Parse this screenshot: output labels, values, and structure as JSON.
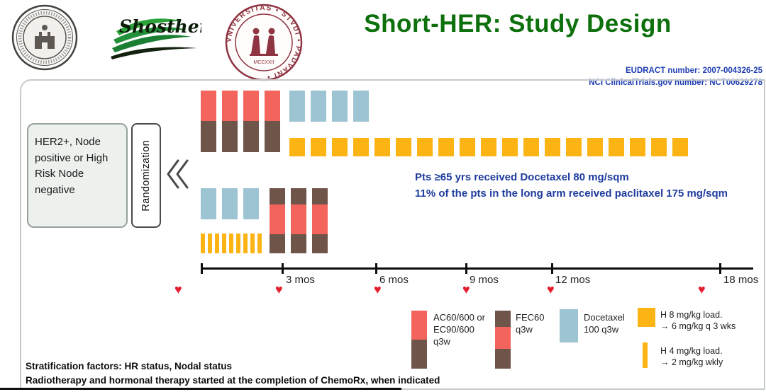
{
  "header": {
    "title": "Short-HER: Study Design",
    "registry_line1": "EUDRACT number: 2007-004326-25",
    "registry_line2": "NCI ClinicalTrials.gov  number: NCT00629278"
  },
  "logos": {
    "shosther_text": "Shosther",
    "padua_ring_text": "VNIVERSITAS • STVDI • PADVANI •",
    "padua_banner": "MCCXXII"
  },
  "flow": {
    "eligibility": "HER2+, Node positive or High Risk Node negative",
    "randomization": "Randomization"
  },
  "arms": {
    "long": {
      "chemo_cycles": 4,
      "docetaxel_cycles": 4,
      "trastuzumab_q3w_doses": 19
    },
    "short": {
      "docetaxel_cycles": 3,
      "weekly_trastuzumab_doses": 9,
      "fec_cycles": 3
    }
  },
  "notes": {
    "line1": "Pts ≥65 yrs received  Docetaxel 80 mg/sqm",
    "line2": "11% of the pts in the long arm received paclitaxel 175 mg/sqm"
  },
  "timeline": {
    "labels": [
      "3 mos",
      "6 mos",
      "9 mos",
      "12 mos",
      "18 mos"
    ],
    "heart_marker": "♥",
    "heart_count": 6
  },
  "legend": {
    "ac_ec": {
      "line1": "AC60/600 or",
      "line2": "EC90/600",
      "line3": "q3w"
    },
    "fec": {
      "line1": "FEC60",
      "line2": "q3w"
    },
    "docetaxel": {
      "line1": "Docetaxel",
      "line2": "100 q3w"
    },
    "h_q3w": {
      "line1": "H 8 mg/kg load.",
      "line2": "→ 6 mg/kg q 3 wks"
    },
    "h_weekly": {
      "line1": "H 4 mg/kg load.",
      "line2": "→ 2 mg/kg wkly"
    }
  },
  "footer": {
    "line1": "Stratification factors: HR status, Nodal status",
    "line2": "Radiotherapy and hormonal therapy started at the completion of ChemoRx, when indicated"
  },
  "colors": {
    "title_green": "#0d700d",
    "registry_blue": "#1e3cb4",
    "chemo_red": "#f3655c",
    "chemo_brown": "#6f5449",
    "docetaxel_blue": "#9dc4d3",
    "trastuzumab_yellow": "#fcb415",
    "heart_red": "#e41e2d",
    "notes_blue": "#1e3c9e"
  }
}
